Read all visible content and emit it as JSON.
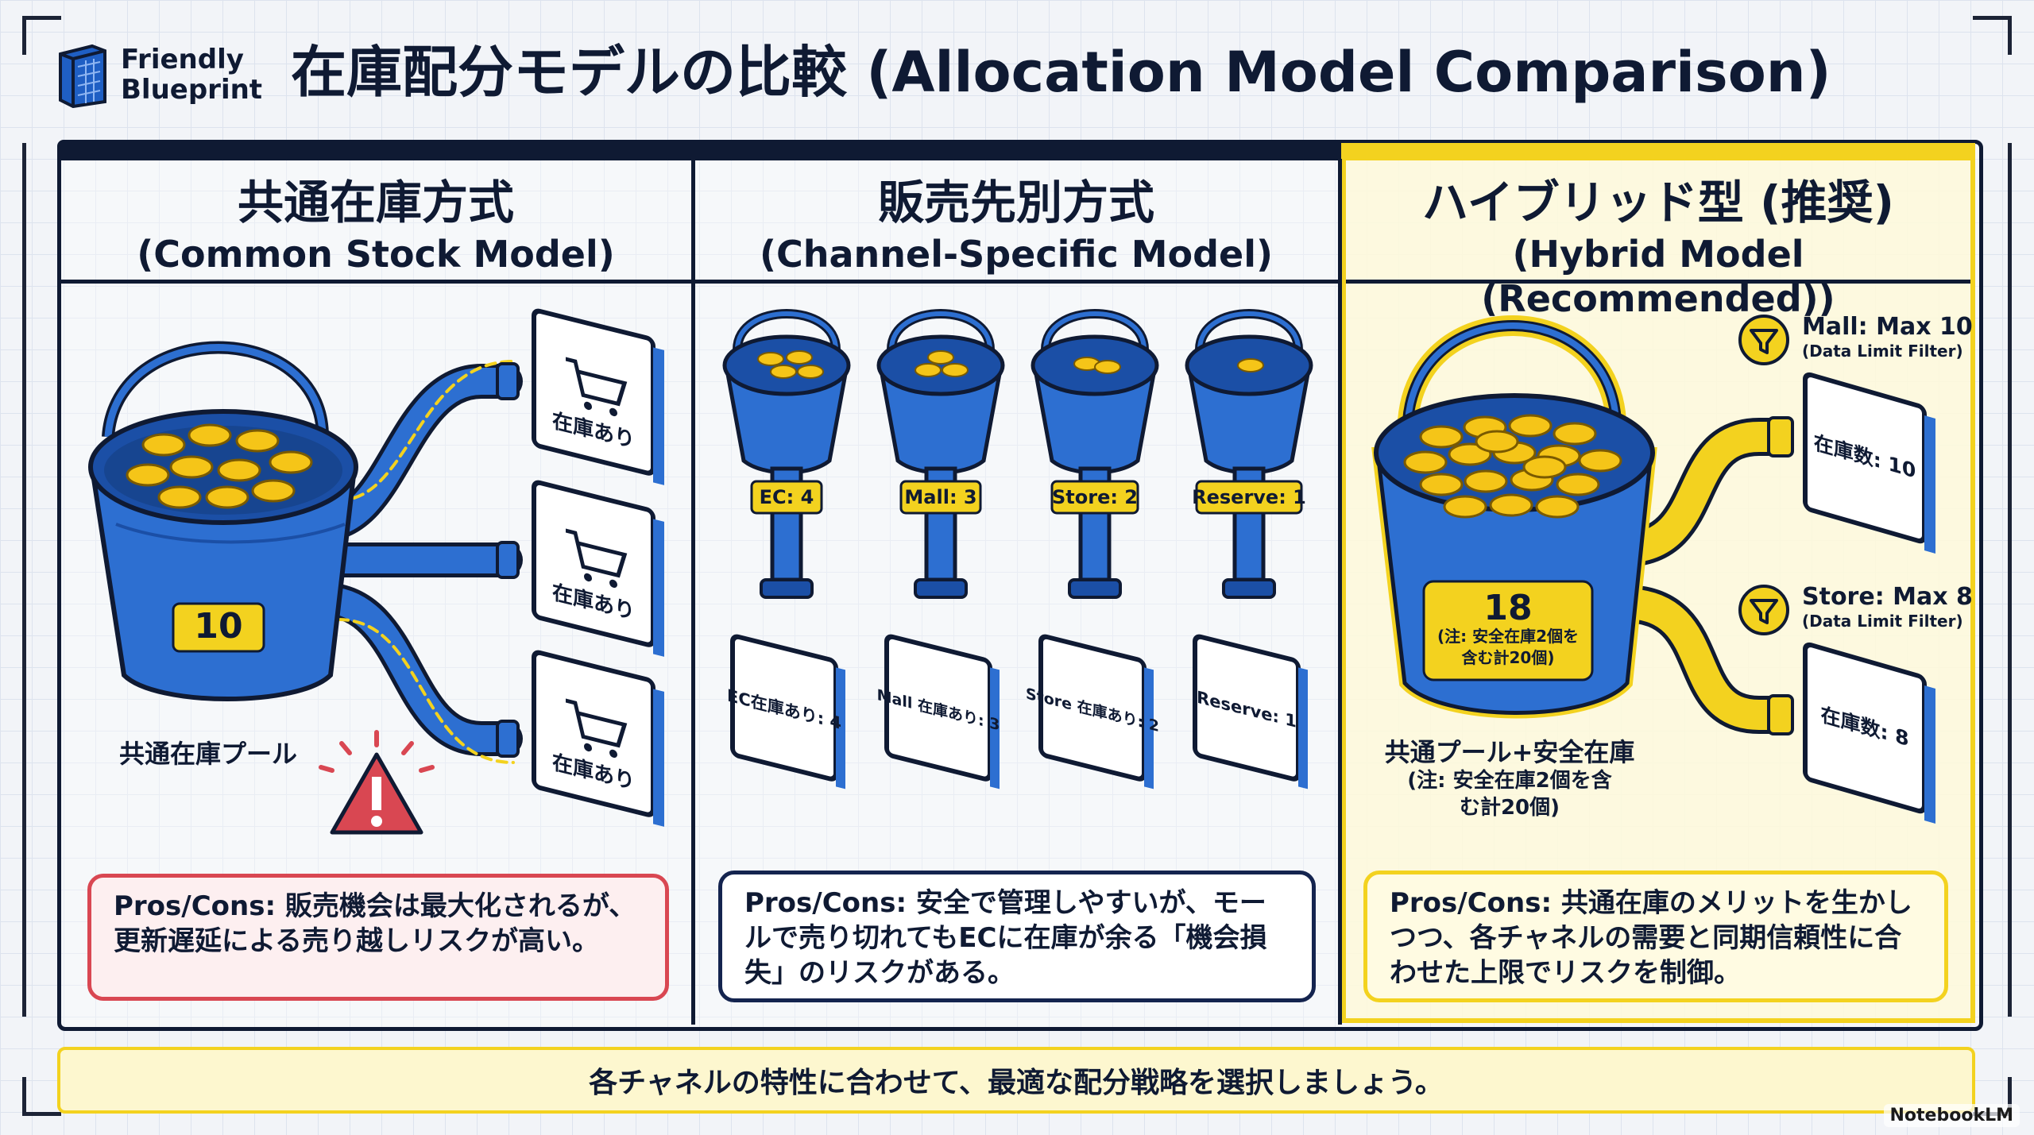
{
  "logo": {
    "line1": "Friendly",
    "line2": "Blueprint",
    "icon": "blueprint-document-icon"
  },
  "title": "在庫配分モデルの比較 (Allocation Model Comparison)",
  "colors": {
    "navy": "#0f1a33",
    "blue": "#2d6fd1",
    "yellow": "#f3d21f",
    "red": "#d94752",
    "coin": "#f5c518"
  },
  "columns": [
    {
      "title_jp": "共通在庫方式",
      "title_en": "(Common Stock Model)",
      "pool_value": "10",
      "pool_label": "共通在庫プール",
      "screen_label": "在庫あり",
      "warning_icon": "warning-triangle-icon",
      "pros_cons": "Pros/Cons: 販売機会は最大化されるが、更新遅延による売り越しリスクが高い。"
    },
    {
      "title_jp": "販売先別方式",
      "title_en": "(Channel-Specific Model)",
      "buckets": [
        {
          "label": "EC: 4",
          "screen": "EC在庫あり: 4"
        },
        {
          "label": "Mall: 3",
          "screen": "Mall 在庫あり: 3"
        },
        {
          "label": "Store: 2",
          "screen": "Store 在庫あり: 2"
        },
        {
          "label": "Reserve: 1",
          "screen": "Reserve: 1"
        }
      ],
      "pros_cons": "Pros/Cons: 安全で管理しやすいが、モールで売り切れてもECに在庫が余る「機会損失」のリスクがある。"
    },
    {
      "title_jp": "ハイブリッド型 (推奨)",
      "title_en": "(Hybrid Model (Recommended))",
      "pool_value": "18",
      "pool_note": "(注: 安全在庫2個を含む計20個)",
      "pool_label": "共通プール+安全在庫",
      "pool_label_note": "(注: 安全在庫2個を含む計20個)",
      "filters": [
        {
          "title": "Mall: Max 10",
          "subtitle": "(Data Limit Filter)",
          "screen": "在庫数: 10",
          "icon": "funnel-filter-icon"
        },
        {
          "title": "Store: Max 8",
          "subtitle": "(Data Limit Filter)",
          "screen": "在庫数: 8",
          "icon": "funnel-filter-icon"
        }
      ],
      "pros_cons": "Pros/Cons: 共通在庫のメリットを生かしつつ、各チャネルの需要と同期信頼性に合わせた上限でリスクを制御。"
    }
  ],
  "footer": "各チャネルの特性に合わせて、最適な配分戦略を選択しましょう。",
  "watermark": "NotebookLM"
}
